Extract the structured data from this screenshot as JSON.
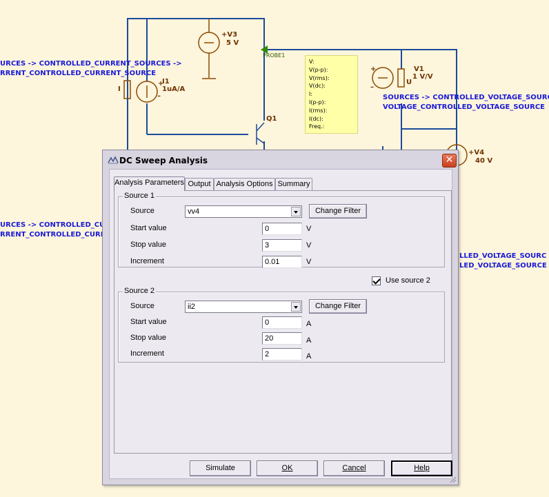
{
  "schematic": {
    "annotations_left_1": [
      "URCES -> CONTROLLED_CURRENT_SOURCES ->",
      "RRENT_CONTROLLED_CURRENT_SOURCE"
    ],
    "annotations_left_2": [
      "URCES -> CONTROLLED_CURR",
      "RRENT_CONTROLLED_CURRE"
    ],
    "annotations_right_1": [
      "SOURCES -> CONTROLLED_VOLTAGE_SOURCE",
      "VOLTAGE_CONTROLLED_VOLTAGE_SOURCE"
    ],
    "annotations_right_2": [
      "LLED_VOLTAGE_SOURC",
      "LED_VOLTAGE_SOURCE"
    ],
    "components": {
      "v3": {
        "name": "+V3",
        "value": "5 V"
      },
      "i1": {
        "name": "I1",
        "value": "1uA/A",
        "plus": "+",
        "minus": "–",
        "sensor": "I"
      },
      "v1": {
        "name": "V1",
        "value": "1 V/V",
        "plus": "+",
        "minus": "–",
        "sensor": "U"
      },
      "v4": {
        "name": "+V4",
        "value": "40 V"
      },
      "q1": {
        "name": "Q1"
      }
    },
    "probe": {
      "label": "PROBE1",
      "readouts": [
        "V:",
        "V(p-p):",
        "V(rms):",
        "V(dc):",
        "I:",
        "I(p-p):",
        "I(rms):",
        "I(dc):",
        "Freq.:"
      ]
    }
  },
  "dialog": {
    "title": "DC Sweep Analysis",
    "close_label": "✕",
    "tabs": [
      "Analysis Parameters",
      "Output",
      "Analysis Options",
      "Summary"
    ],
    "source1": {
      "group_title": "Source 1",
      "source_label": "Source",
      "source_value": "vv4",
      "change_filter": "Change Filter",
      "start_label": "Start value",
      "start_value": "0",
      "start_unit": "V",
      "stop_label": "Stop value",
      "stop_value": "3",
      "stop_unit": "V",
      "inc_label": "Increment",
      "inc_value": "0.01",
      "inc_unit": "V"
    },
    "use_source2": {
      "label": "Use source 2",
      "checked": true
    },
    "source2": {
      "group_title": "Source 2",
      "source_label": "Source",
      "source_value": "ii2",
      "change_filter": "Change Filter",
      "start_label": "Start value",
      "start_value": "0",
      "start_unit": "A",
      "stop_label": "Stop value",
      "stop_value": "20",
      "stop_unit": "A",
      "inc_label": "Increment",
      "inc_value": "2",
      "inc_unit": "A"
    },
    "buttons": {
      "simulate": "Simulate",
      "ok": "OK",
      "cancel": "Cancel",
      "help": "Help"
    },
    "colors": {
      "wire": "#1c4a9c",
      "component": "#8b4a00",
      "annotation": "#1a1ad8"
    }
  }
}
